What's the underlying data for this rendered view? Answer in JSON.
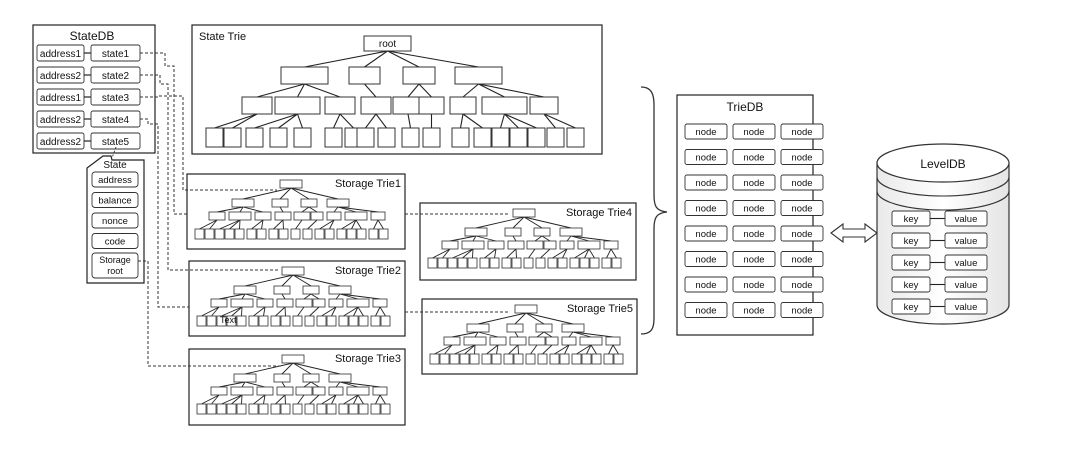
{
  "statedb": {
    "title": "StateDB",
    "rows": [
      {
        "address": "address1",
        "state": "state1"
      },
      {
        "address": "address2",
        "state": "state2"
      },
      {
        "address": "address1",
        "state": "state3"
      },
      {
        "address": "address2",
        "state": "state4"
      },
      {
        "address": "address2",
        "state": "state5"
      }
    ]
  },
  "state_panel": {
    "title": "State",
    "fields": [
      "address",
      "balance",
      "nonce",
      "code"
    ],
    "storage_root": [
      "Storage",
      "root"
    ]
  },
  "state_trie": {
    "title": "State Trie",
    "root_label": "root"
  },
  "storage_tries": [
    {
      "title": "Storage Trie1"
    },
    {
      "title": "Storage Trie2",
      "annotation": "Text"
    },
    {
      "title": "Storage Trie3"
    },
    {
      "title": "Storage Trie4"
    },
    {
      "title": "Storage Trie5"
    }
  ],
  "triedb": {
    "title": "TrieDB",
    "node_label": "node",
    "rows": 8,
    "cols": 3
  },
  "leveldb": {
    "title": "LevelDB",
    "rows": [
      {
        "key": "key",
        "value": "value"
      },
      {
        "key": "key",
        "value": "value"
      },
      {
        "key": "key",
        "value": "value"
      },
      {
        "key": "key",
        "value": "value"
      },
      {
        "key": "key",
        "value": "value"
      }
    ]
  },
  "colors": {
    "stroke": "#222222",
    "text": "#111111",
    "panel_bg": "#ffffff"
  }
}
